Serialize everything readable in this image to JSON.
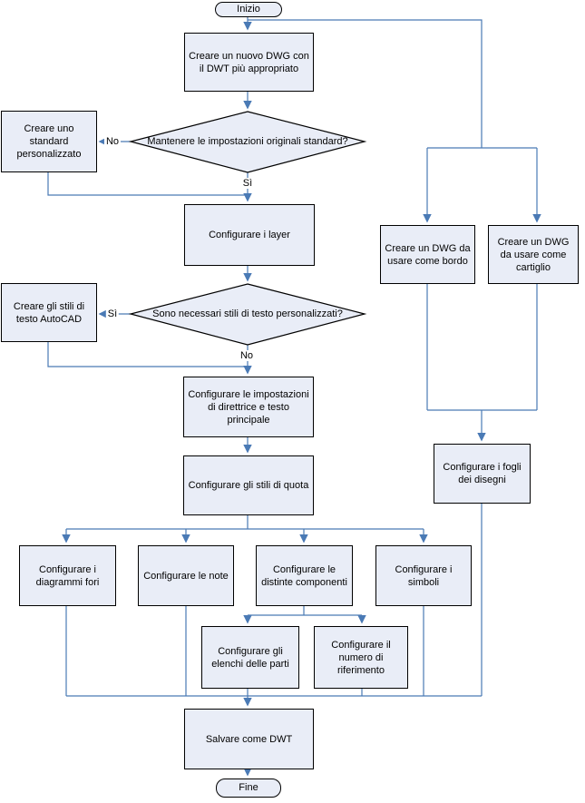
{
  "diagram": {
    "type": "flowchart",
    "language": "it",
    "colors": {
      "connector_blue": "#4a7ab5",
      "shape_fill": "#e9edf7",
      "shape_border": "#000000",
      "background": "#ffffff"
    },
    "nodes": {
      "start": "Inizio",
      "create_new_dwg": "Creare un nuovo DWG con il DWT più appropriato",
      "keep_settings_q": "Mantenere le impostazioni originali standard?",
      "custom_standard": "Creare uno standard personalizzato",
      "configure_layers": "Configurare i layer",
      "text_styles_q": "Sono necessari stili di testo personalizzati?",
      "create_text_styles": "Creare gli stili di testo AutoCAD",
      "leader_text_settings": "Configurare le impostazioni di direttrice e testo principale",
      "dimension_styles": "Configurare gli stili di quota",
      "hole_charts": "Configurare i diagrammi fori",
      "notes": "Configurare le note",
      "component_bom": "Configurare le distinte componenti",
      "symbols": "Configurare i simboli",
      "parts_lists": "Configurare gli elenchi delle parti",
      "reference_number": "Configurare il numero di riferimento",
      "save_dwt": "Salvare come DWT",
      "end": "Fine",
      "dwg_border": "Creare un DWG da usare come bordo",
      "dwg_titleblock": "Creare un DWG da usare come cartiglio",
      "sheet_setup": "Configurare i fogli dei disegni"
    },
    "edge_labels": {
      "keep_no": "No",
      "keep_yes": "Sì",
      "styles_yes": "Sì",
      "styles_no": "No"
    }
  }
}
